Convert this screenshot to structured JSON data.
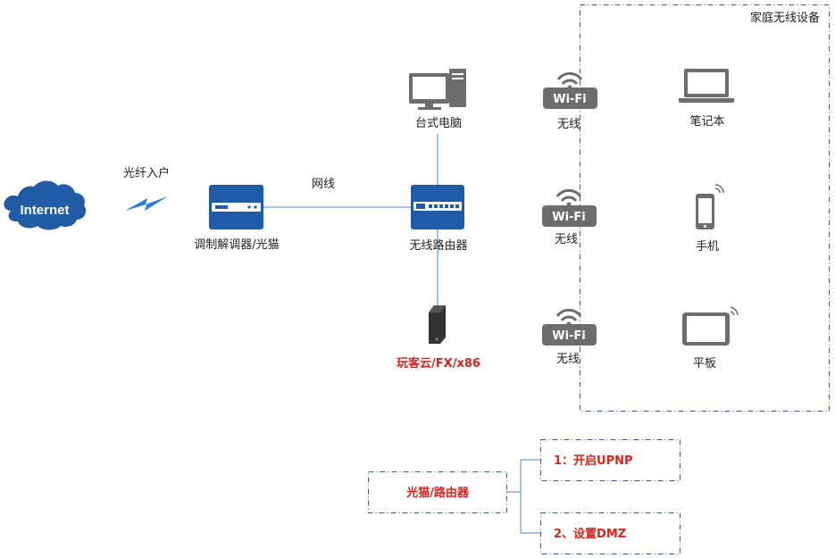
{
  "labels": {
    "internet": "Internet",
    "fiber_in": "光纤入户",
    "modem": "调制解调器/光猫",
    "cable": "网线",
    "desktop": "台式电脑",
    "router": "无线路由器",
    "nas": "玩客云/FX/x86",
    "group_title": "家庭无线设备",
    "wifi_badge": "Wi-Fi",
    "wireless_1": "无线",
    "wireless_2": "无线",
    "wireless_3": "无线",
    "laptop": "笔记本",
    "phone": "手机",
    "tablet": "平板",
    "setup_source": "光猫/路由器",
    "step_1": "1：开启UPNP",
    "step_2": "2、设置DMZ"
  },
  "colors": {
    "accent_blue": "#1f5ba6",
    "icon_gray": "#6d6d6d",
    "highlight_red": "#e0201b",
    "dash_border": "#3d5a80",
    "connector_blue": "#4a86c8"
  },
  "icons": {
    "cloud": "cloud-icon",
    "lightning": "lightning-bolt-icon",
    "modem": "modem-icon",
    "desktop": "desktop-computer-icon",
    "router": "router-icon",
    "nas": "nas-server-icon",
    "wifi": "wifi-icon",
    "laptop": "laptop-icon",
    "phone": "smartphone-icon",
    "tablet": "tablet-icon"
  }
}
